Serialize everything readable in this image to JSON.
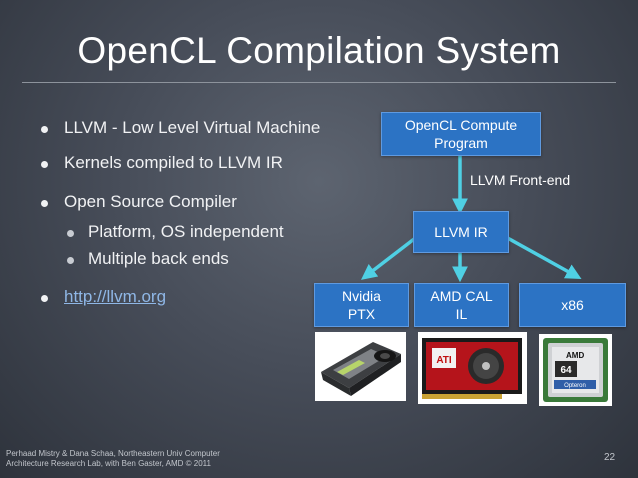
{
  "title": "OpenCL Compilation System",
  "bullets": [
    "LLVM - Low Level Virtual Machine",
    "Kernels compiled to LLVM IR",
    "Open Source Compiler"
  ],
  "sub_bullets": [
    "Platform, OS independent",
    "Multiple back ends"
  ],
  "link": "http://llvm.org",
  "diagram": {
    "top_box": "OpenCL Compute Program",
    "edge_label": "LLVM Front-end",
    "middle_box": "LLVM IR",
    "targets": [
      "Nvidia PTX",
      "AMD CAL IL",
      "x86"
    ],
    "colors": {
      "box": "#2c73c4",
      "arrow": "#4fd0e4"
    }
  },
  "images": {
    "nvidia_card": "Nvidia graphics card photo",
    "ati_card": "ATI graphics card photo",
    "amd_chip": "AMD Opteron processor photo",
    "ati_logo_text": "ATI",
    "amd_chip_text": "AMD",
    "amd_chip_badge": "64",
    "amd_chip_model": "Opteron"
  },
  "footer": {
    "line1": "Perhaad Mistry & Dana Schaa, Northeastern Univ Computer",
    "line2": "Architecture Research Lab, with Ben Gaster, AMD © 2011"
  },
  "page_number": "22"
}
